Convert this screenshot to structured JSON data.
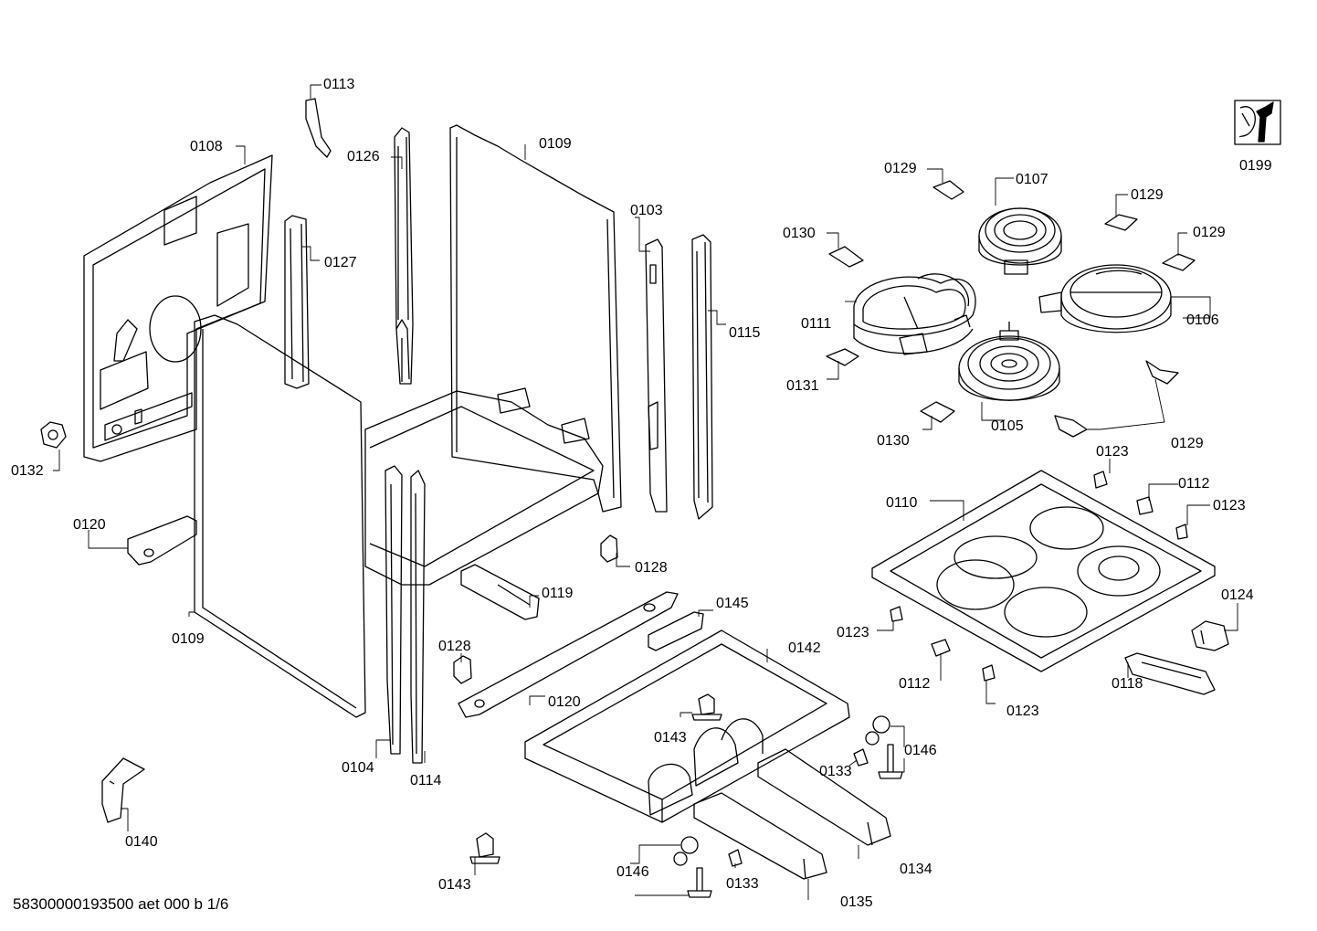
{
  "callouts": {
    "c0113": "0113",
    "c0108": "0108",
    "c0126": "0126",
    "c0109a": "0109",
    "c0127": "0127",
    "c0103": "0103",
    "c0115": "0115",
    "c0132": "0132",
    "c0120a": "0120",
    "c0109b": "0109",
    "c0128a": "0128",
    "c0119": "0119",
    "c0145": "0145",
    "c0128b": "0128",
    "c0120b": "0120",
    "c0142": "0142",
    "c0104": "0104",
    "c0114": "0114",
    "c0143a": "0143",
    "c0140": "0140",
    "c0143b": "0143",
    "c0146a": "0146",
    "c0133a": "0133",
    "c0135": "0135",
    "c0134": "0134",
    "c0133b": "0133",
    "c0146b": "0146",
    "c0129a": "0129",
    "c0107": "0107",
    "c0129b": "0129",
    "c0130a": "0130",
    "c0129c": "0129",
    "c0111": "0111",
    "c0106": "0106",
    "c0131": "0131",
    "c0130b": "0130",
    "c0105": "0105",
    "c0129d": "0129",
    "c0123a": "0123",
    "c0112a": "0112",
    "c0123b": "0123",
    "c0110": "0110",
    "c0124": "0124",
    "c0123c": "0123",
    "c0112b": "0112",
    "c0123d": "0123",
    "c0118": "0118",
    "c0199": "0199"
  },
  "footer": {
    "doc_code": "58300000193500 aet 000 b 1/6"
  },
  "icons": {
    "service": "wrench-icon"
  },
  "colors": {
    "line": "#000000",
    "background": "#ffffff"
  }
}
